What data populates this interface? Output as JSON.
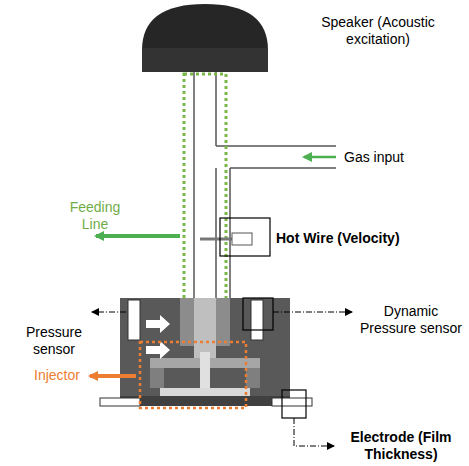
{
  "diagram": {
    "labels": [
      "Speaker (Acoustic excitation)",
      "Gas input",
      "Feeding Line",
      "Hot Wire (Velocity)",
      "Pressure sensor",
      "Dynamic Pressure sensor",
      "Injector",
      "Electrode (Film Thickness)"
    ]
  }
}
